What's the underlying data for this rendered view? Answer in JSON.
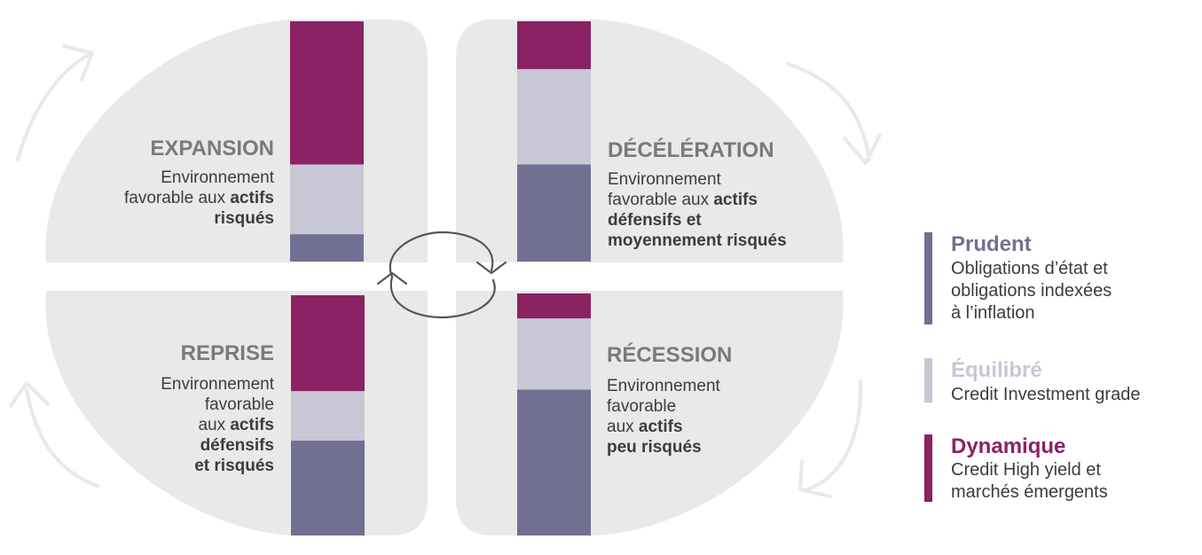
{
  "colors": {
    "quadrant_bg": "#e9e9e9",
    "prudent": "#727092",
    "equilibre": "#c8c7d6",
    "dynamique": "#8a2263",
    "title_grey": "#7a7a7c",
    "text": "#3c3c3e",
    "cycle_arrow": "#555555",
    "outer_arrow": "#e9e9e9"
  },
  "quadrants": [
    {
      "id": "expansion",
      "title": "EXPANSION",
      "desc_lines": [
        [
          {
            "t": "Environnement",
            "b": false
          }
        ],
        [
          {
            "t": "favorable aux ",
            "b": false
          },
          {
            "t": "actifs",
            "b": true
          }
        ],
        [
          {
            "t": "risqués",
            "b": true
          }
        ]
      ],
      "allocation": {
        "prudent": 0.114,
        "equilibre": 0.29,
        "dynamique": 0.596
      }
    },
    {
      "id": "deceleration",
      "title": "DÉCÉLÉRATION",
      "desc_lines": [
        [
          {
            "t": "Environnement",
            "b": false
          }
        ],
        [
          {
            "t": "favorable aux ",
            "b": false
          },
          {
            "t": "actifs",
            "b": true
          }
        ],
        [
          {
            "t": "défensifs et",
            "b": true
          }
        ],
        [
          {
            "t": "moyennement risqués",
            "b": true
          }
        ]
      ],
      "allocation": {
        "prudent": 0.404,
        "equilibre": 0.397,
        "dynamique": 0.199
      }
    },
    {
      "id": "reprise",
      "title": "REPRISE",
      "desc_lines": [
        [
          {
            "t": "Environnement",
            "b": false
          }
        ],
        [
          {
            "t": "favorable",
            "b": false
          }
        ],
        [
          {
            "t": "aux ",
            "b": false
          },
          {
            "t": "actifs",
            "b": true
          }
        ],
        [
          {
            "t": "défensifs",
            "b": true
          }
        ],
        [
          {
            "t": "et risqués",
            "b": true
          }
        ]
      ],
      "allocation": {
        "prudent": 0.395,
        "equilibre": 0.206,
        "dynamique": 0.399
      }
    },
    {
      "id": "recession",
      "title": "RÉCESSION",
      "desc_lines": [
        [
          {
            "t": "Environnement",
            "b": false
          }
        ],
        [
          {
            "t": "favorable",
            "b": false
          }
        ],
        [
          {
            "t": "aux ",
            "b": false
          },
          {
            "t": "actifs",
            "b": true
          }
        ],
        [
          {
            "t": "peu risqués",
            "b": true
          }
        ]
      ],
      "allocation": {
        "prudent": 0.603,
        "equilibre": 0.294,
        "dynamique": 0.103
      }
    }
  ],
  "legend": [
    {
      "key": "prudent",
      "title": "Prudent",
      "lines": [
        "Obligations d’état et",
        "obligations indexées",
        "à l’inflation"
      ]
    },
    {
      "key": "equilibre",
      "title": "Équilibré",
      "lines": [
        "Credit Investment grade"
      ]
    },
    {
      "key": "dynamique",
      "title": "Dynamique",
      "lines": [
        "Credit High yield et",
        "marchés émergents"
      ]
    }
  ]
}
